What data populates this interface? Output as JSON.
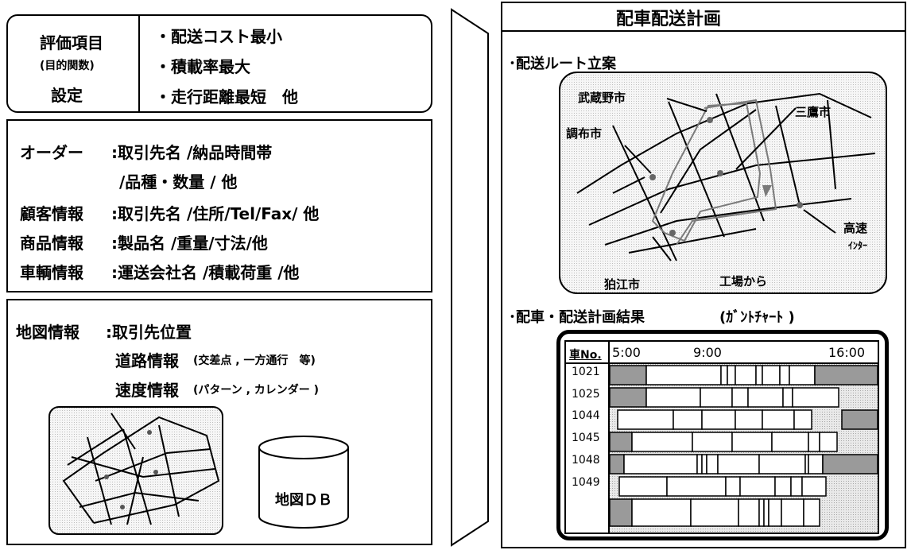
{
  "evaluation": {
    "heading": [
      "評価項目",
      "(目的関数)",
      "設定"
    ],
    "items": [
      "・配送コスト最小",
      "・積載率最大",
      "・走行距離最短　他"
    ]
  },
  "info": {
    "order": {
      "label": "オーダー",
      "value1": ":取引先名 /納品時間帯",
      "value2": "/品種・数量 / 他"
    },
    "customer": {
      "label": "顧客情報",
      "value": ":取引先名 /住所/Tel/Fax/ 他"
    },
    "product": {
      "label": "商品情報",
      "value": ":製品名 /重量/寸法/他"
    },
    "vehicle": {
      "label": "車輌情報",
      "value": ":運送会社名 /積載荷重 /他"
    }
  },
  "map_info": {
    "label": "地図情報",
    "line1": ":取引先位置",
    "line2_main": "道路情報",
    "line2_sub": "(交差点 , 一方通行　等)",
    "line3_main": "速度情報",
    "line3_sub": "(パターン , カレンダー )",
    "db_label": "地図ＤＢ"
  },
  "plan": {
    "title": "配車配送計画",
    "route_heading": "･配送ルート立案",
    "route_labels": {
      "musashino": "武蔵野市",
      "mitaka": "三鷹市",
      "chofu": "調布市",
      "highway1": "高速",
      "highway2": "ｲﾝﾀｰ",
      "komae": "狛江市",
      "factory": "工場から"
    },
    "result_heading": "･配車・配送計画結果",
    "result_sub": "(ｶﾞﾝﾄﾁｬｰﾄ )"
  },
  "gantt": {
    "vehicle_header": "車No.",
    "time_labels": [
      "5:00",
      "9:00",
      "16:00"
    ],
    "vehicles": [
      "1021",
      "1025",
      "1044",
      "1045",
      "1048",
      "1049"
    ]
  },
  "colors": {
    "line": "#000000",
    "shade": "#9a9a9a",
    "light": "#ececec",
    "route": "#7a7a7a"
  }
}
